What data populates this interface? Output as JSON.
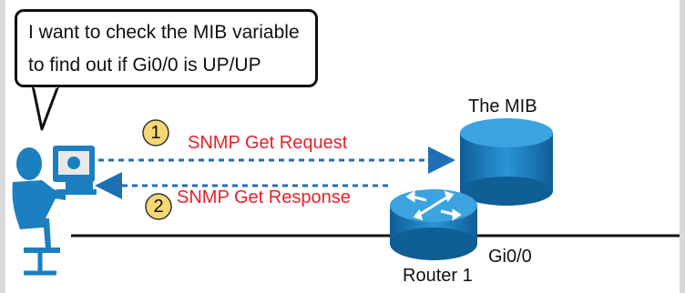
{
  "bubble": {
    "line1": "I want to check the MIB variable",
    "line2": "to find out if Gi0/0 is UP/UP"
  },
  "mib": {
    "label": "The MIB"
  },
  "router": {
    "label": "Router 1",
    "interface": "Gi0/0"
  },
  "steps": [
    {
      "number": "1",
      "label": "SNMP Get Request"
    },
    {
      "number": "2",
      "label": "SNMP Get Response"
    }
  ],
  "colors": {
    "arrow": "#1f6fb5",
    "step_fill": "#f7d774",
    "step_text": "#e3232b",
    "device_blue": "#1c7fc0",
    "line": "#111111"
  }
}
